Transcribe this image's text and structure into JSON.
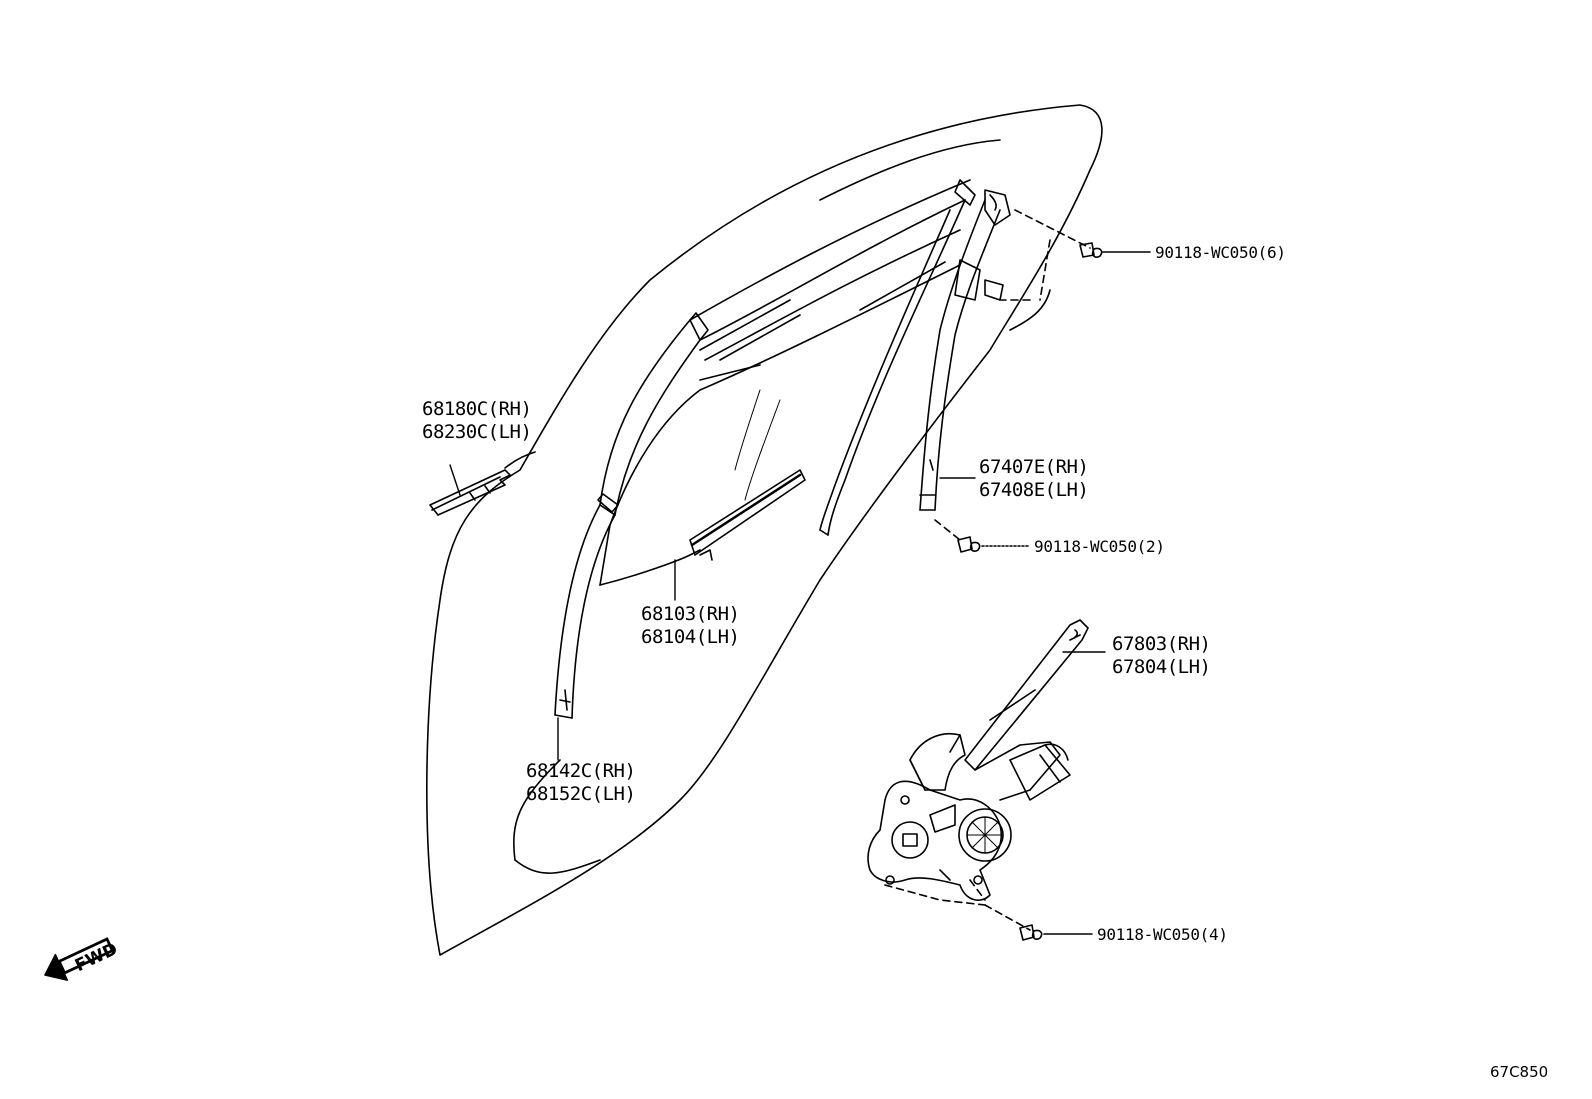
{
  "labels": {
    "guide_upper": {
      "rh": "68180C(RH)",
      "lh": "68230C(LH)"
    },
    "glass": {
      "rh": "68103(RH)",
      "lh": "68104(LH)"
    },
    "run_channel_front": {
      "rh": "68142C(RH)",
      "lh": "68152C(LH)"
    },
    "run_channel_rear": {
      "rh": "67407E(RH)",
      "lh": "67408E(LH)"
    },
    "regulator": {
      "rh": "67803(RH)",
      "lh": "67804(LH)"
    },
    "bolt_top": "90118-WC050(6)",
    "bolt_mid": "90118-WC050(2)",
    "bolt_bottom": "90118-WC050(4)"
  },
  "fwd_label": "FWD",
  "diagram_code": "67C850"
}
